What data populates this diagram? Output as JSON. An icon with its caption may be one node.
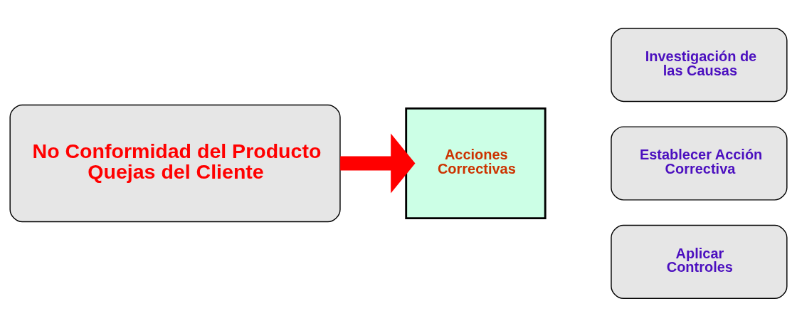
{
  "diagram": {
    "nodes": [
      {
        "text": [
          "No Conformidad del Producto",
          "Quejas del Cliente"
        ]
      },
      {
        "text": [
          "Acciones Correctivas"
        ]
      },
      {
        "text": [
          "Investigación de las Causas"
        ]
      },
      {
        "text": [
          "Establecer Acción Correctiva"
        ]
      },
      {
        "text": [
          "Aplicar Controles"
        ]
      }
    ],
    "edges": [
      {
        "from": 0,
        "to": 1,
        "arrow": "to",
        "color": "#ff0000"
      }
    ]
  }
}
